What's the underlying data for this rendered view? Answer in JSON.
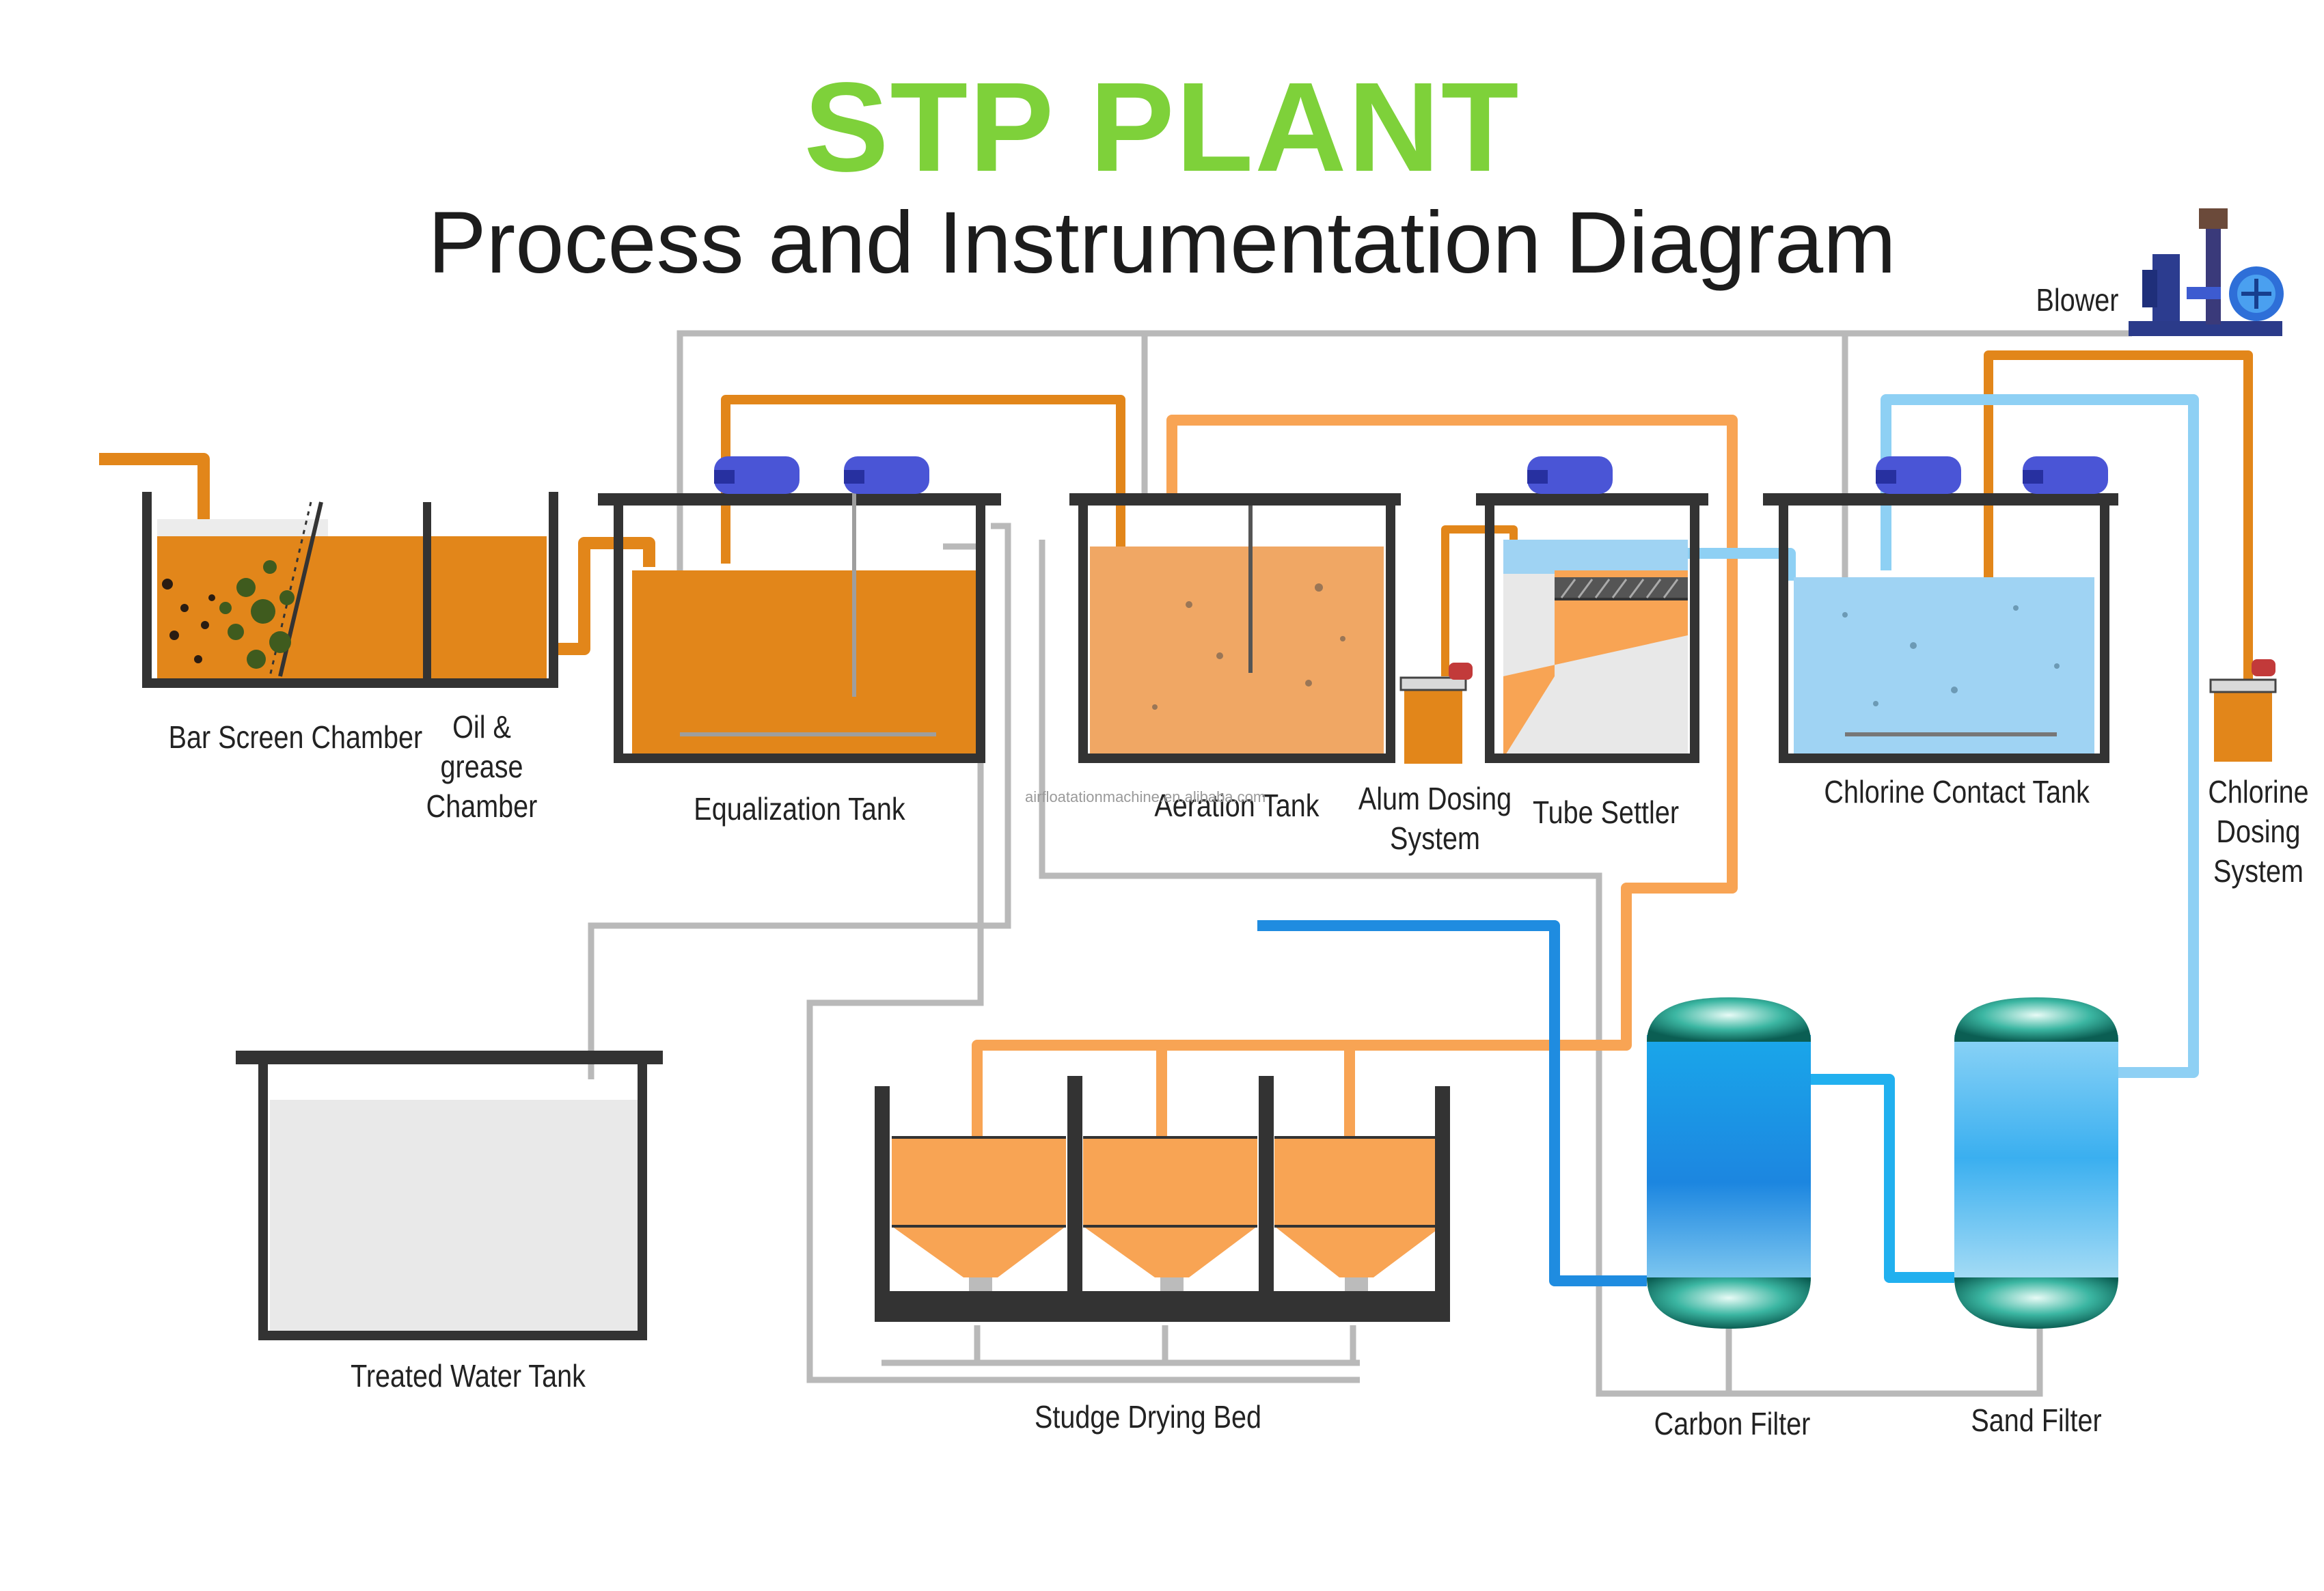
{
  "title": "STP PLANT",
  "subtitle": "Process and Instrumentation Diagram",
  "labels": {
    "blower": "Blower",
    "bar_screen": "Bar Screen Chamber",
    "oil_grease": "Oil & grease\nChamber",
    "equalization": "Equalization Tank",
    "aeration": "Aeration Tank",
    "alum_dosing": "Alum Dosing\nSystem",
    "tube_settler": "Tube Settler",
    "chlorine_contact": "Chlorine Contact Tank",
    "chlorine_dosing": "Chlorine\nDosing\nSystem",
    "treated_water": "Treated Water Tank",
    "sludge_bed": "Studge Drying Bed",
    "carbon_filter": "Carbon Filter",
    "sand_filter": "Sand Filter"
  },
  "watermark": "airfloatationmachine.en.alibaba.com",
  "colors": {
    "title_green": "#7ed13a",
    "sludge_orange": "#e2861a",
    "pipe_orange": "#f8a454",
    "pipe_grey": "#b9b9b9",
    "pipe_blue": "#1f8ce0",
    "pipe_lightblue": "#8ed0f4",
    "water_blue": "#9fd3f3",
    "tank_wall": "#333333",
    "pump_blue": "#4a55d6"
  }
}
